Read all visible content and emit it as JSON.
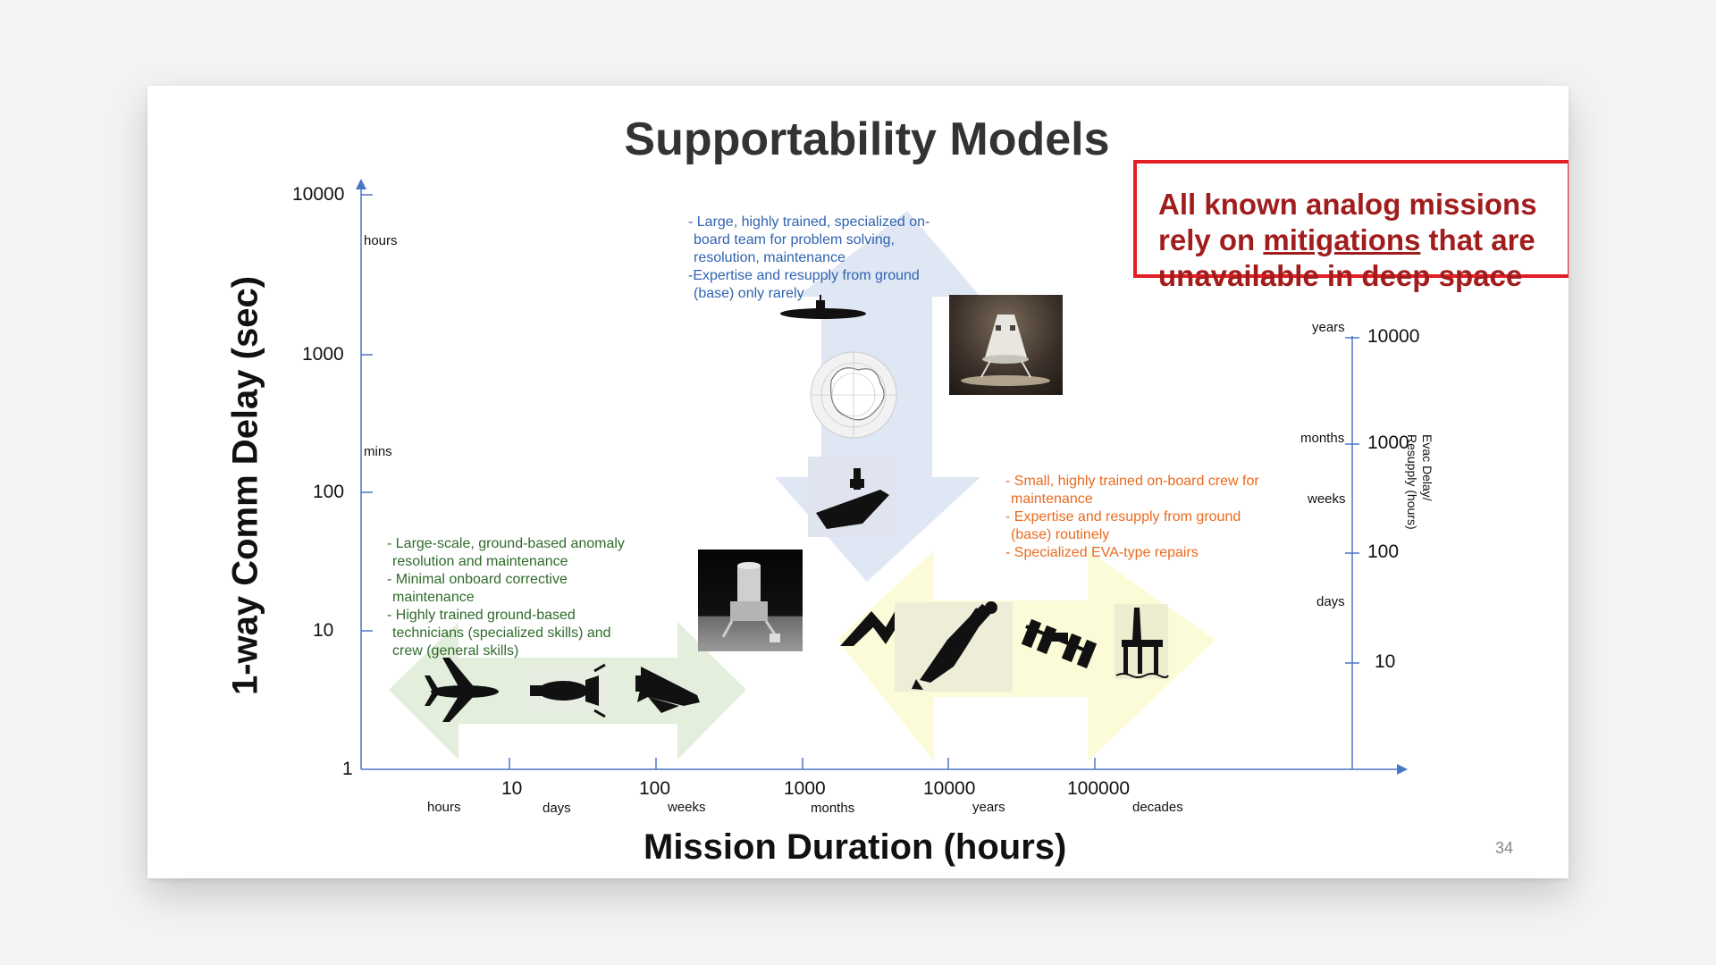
{
  "slide": {
    "title": "Supportability Models",
    "page_number": "34",
    "callout": {
      "line1": "All known analog missions",
      "line2_pre": "rely on ",
      "line2_link": "mitigations",
      "line2_post": " that are",
      "line3": "unavailable in deep space"
    },
    "y_axis": {
      "title": "1-way Comm Delay (sec)",
      "ticks": [
        "10000",
        "1000",
        "100",
        "10",
        "1"
      ],
      "units": [
        "hours",
        "mins"
      ]
    },
    "x_axis": {
      "title": "Mission Duration (hours)",
      "ticks": [
        "10",
        "100",
        "1000",
        "10000",
        "100000"
      ],
      "units": [
        "hours",
        "days",
        "weeks",
        "months",
        "years",
        "decades"
      ]
    },
    "right_axis": {
      "title_line1": "Evac Delay/",
      "title_line2": "Resupply (hours)",
      "ticks": [
        "10000",
        "1000",
        "100",
        "10"
      ],
      "units": [
        "years",
        "months",
        "weeks",
        "days"
      ]
    },
    "notes": {
      "blue": [
        "- Large, highly trained, specialized on-",
        "  board team for problem solving,",
        "  resolution, maintenance",
        "-Expertise and resupply from ground",
        "  (base) only rarely"
      ],
      "green": [
        "- Large-scale, ground-based  anomaly",
        "  resolution and maintenance",
        "- Minimal onboard corrective",
        "  maintenance",
        "- Highly trained ground-based",
        "  technicians (specialized skills) and",
        "  crew (general skills)"
      ],
      "orange": [
        "- Small, highly trained on-board crew for",
        "  maintenance",
        "- Expertise and resupply from ground",
        "  (base) routinely",
        "- Specialized EVA-type repairs"
      ]
    },
    "colors": {
      "callout_border": "#e31e24",
      "callout_text": "#a11d1d",
      "arrow_blue": "#dfe6f4",
      "arrow_green": "#e3eedc",
      "arrow_yellow": "#fbfbd6",
      "axis": "#4a76c6"
    },
    "icons": [
      "airplane-icon",
      "lunar-lander-icon",
      "space-shuttle-icon",
      "submarine-icon",
      "antarctica-map-icon",
      "aircraft-carrier-icon",
      "capsule-photo",
      "lunar-habitat-photo",
      "mountains-icon",
      "scuba-diver-icon",
      "space-station-icon",
      "oil-rig-icon"
    ]
  }
}
